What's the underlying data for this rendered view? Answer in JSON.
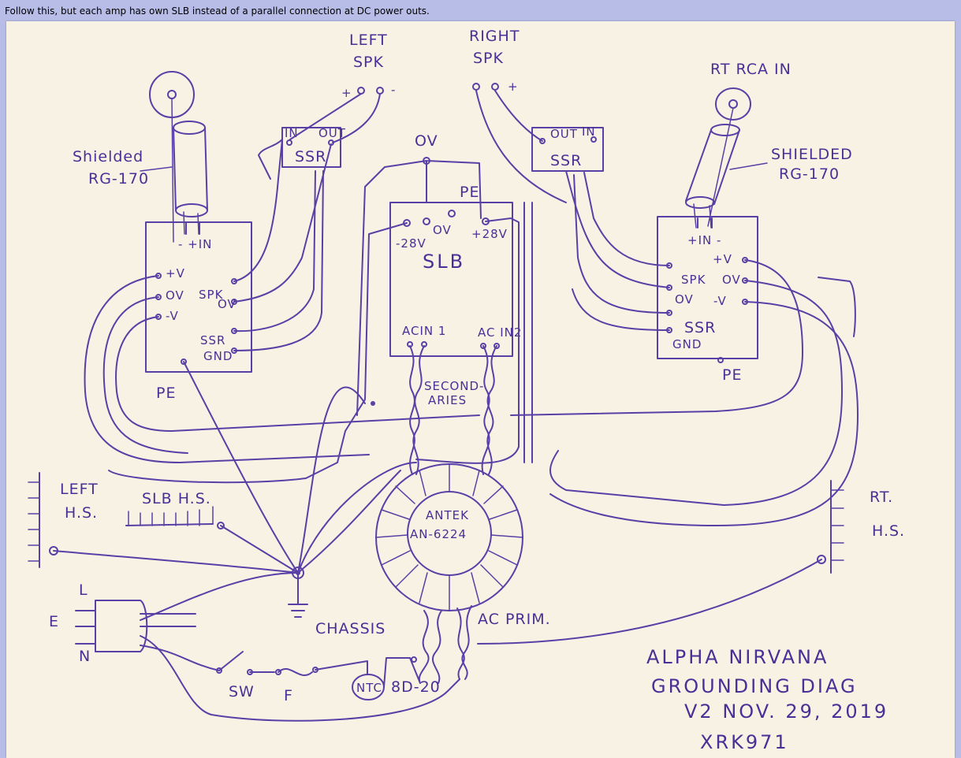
{
  "caption": "Follow this, but each amp has own SLB instead of a parallel connection at DC power outs.",
  "labels": {
    "left_spk": [
      "LEFT",
      "SPK"
    ],
    "right_spk": [
      "RIGHT",
      "SPK"
    ],
    "rt_rca_in": "RT RCA IN",
    "shielded_left": [
      "Shielded",
      "RG-170"
    ],
    "shielded_right": [
      "SHIELDED",
      "RG-170"
    ],
    "ov_top": "OV",
    "pe_top": "PE",
    "slb": "SLB",
    "slb_minus28": "-28V",
    "slb_ov": "OV",
    "slb_plus28": "+28V",
    "ac_in1": "ACIN 1",
    "ac_in2": "AC IN2",
    "secondaries": [
      "SECOND-",
      "ARIES"
    ],
    "ssr_left": "SSR",
    "ssr_right": "SSR",
    "ssr_in": "IN",
    "ssr_out": "OUT",
    "amp_left": {
      "pv": "+V",
      "ov": "OV",
      "mv": "-V",
      "spk": "SPK",
      "ssr": "SSR",
      "gnd": "GND",
      "in": "- +IN",
      "spk_ov": "OV"
    },
    "amp_right": {
      "pv": "+V",
      "ov": "OV",
      "mv": "-V",
      "spk": "SPK",
      "ssr": "SSR",
      "gnd": "GND",
      "in": "+IN -",
      "spk_ov": "OV"
    },
    "pe_left": "PE",
    "pe_right": "PE",
    "left_hs": [
      "LEFT",
      "H.S."
    ],
    "slb_hs": "SLB H.S.",
    "rt_hs": [
      "RT.",
      "H.S."
    ],
    "antek": [
      "ANTEK",
      "AN-6224"
    ],
    "chassis": "CHASSIS",
    "ac_prim": "AC PRIM.",
    "plug_l": "L",
    "plug_e": "E",
    "plug_n": "N",
    "sw": "SW",
    "fuse": "F",
    "ntc": "NTC",
    "ntc_part": "8D-20",
    "title_lines": [
      "ALPHA NIRVANA",
      "GROUNDING DIAG",
      "V2  NOV. 29, 2019",
      "XRK971"
    ]
  },
  "colors": {
    "ink": "#5a3fa6",
    "paper": "#f7f2e4",
    "frame": "#b8bde8"
  }
}
